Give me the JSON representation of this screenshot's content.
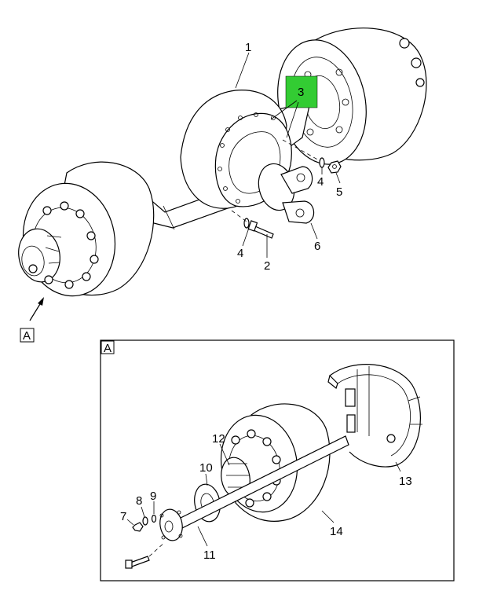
{
  "upper_callouts": [
    "1",
    "2",
    "3",
    "4",
    "4",
    "5",
    "6"
  ],
  "highlight_color": "#33cc33",
  "view_reference": "A",
  "detail": {
    "title": "A",
    "callouts": [
      "7",
      "8",
      "9",
      "10",
      "11",
      "12",
      "13",
      "14"
    ]
  }
}
